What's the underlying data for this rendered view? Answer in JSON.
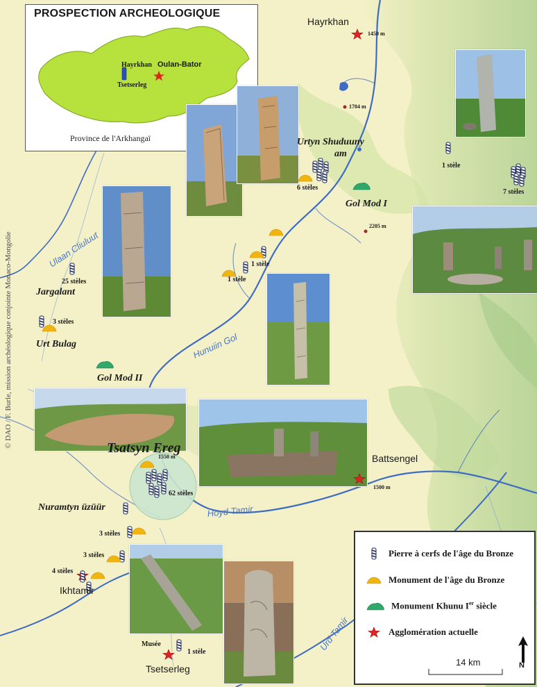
{
  "credit": "© DAO / F. Burle, mission archéologique conjointe Monaco-Mongolie",
  "inset": {
    "title": "PROSPECTION ARCHEOLOGIQUE",
    "subtitle": "Province de l'Arkhangaï",
    "capital": "Oulan-Bator",
    "town_a": "Hayrkhan",
    "town_b": "Tsetserleg"
  },
  "towns": {
    "hayrkhan": "Hayrkhan",
    "battsengel": "Battsengel",
    "ikhtamir": "Ikhtamir",
    "tsetserleg": "Tsetserleg",
    "musee": "Musée"
  },
  "altitudes": {
    "hayrkhan": "1450 m",
    "peak_1704": "1704 m",
    "peak_2205": "2205 m",
    "tsatsyn": "1550 m",
    "battsengel": "1500 m"
  },
  "sites": {
    "urtyn_line1": "Urtyn Shuduuny",
    "urtyn_line2": "am",
    "gol_mod_1": "Gol Mod I",
    "gol_mod_2": "Gol Mod II",
    "jargalant": "Jargalant",
    "urt_bulag": "Urt Bulag",
    "tsatsyn_ereg": "Tsatsyn Ereg",
    "nuramtyn": "Nuramtyn üzüür"
  },
  "counts": {
    "urtyn": "6 stèles",
    "east_1": "1 stèle",
    "east_7": "7 stèles",
    "center_1a": "1 stèle",
    "center_1b": "1 stèle",
    "jargalant": "25 stèles",
    "urt_bulag": "3 stèles",
    "tsatsyn": "62 stèles",
    "south_3a": "3 stèles",
    "south_3b": "3 stèles",
    "ikhtamir": "4 stèles",
    "musee": "1 stèle"
  },
  "rivers": {
    "ulaan": "Ulaan Cliuluut",
    "hunuiin": "Hunuiin Gol",
    "hoyd": "Hoyd Tamir",
    "urd": "Urd Tamir"
  },
  "legend": {
    "deer_stone": "Pierre à cerfs de l'âge du Bronze",
    "bronze_monument": "Monument de l'âge du Bronze",
    "khunu_prefix": "Monument Khunu I",
    "khunu_sup": "er",
    "khunu_suffix": " siècle",
    "town": "Agglomération actuelle",
    "scale": "14 km",
    "north": "N"
  },
  "colors": {
    "land": "#f4f1c8",
    "mountain": "#b9d59a",
    "river": "#3d6cc2",
    "mongolia": "#b7e13c",
    "deer_stone": "#1f2a5c",
    "bronze": "#f1b512",
    "khunu": "#2fa86a",
    "town_star": "#e02424",
    "site_circle": "#cbe6cf"
  }
}
